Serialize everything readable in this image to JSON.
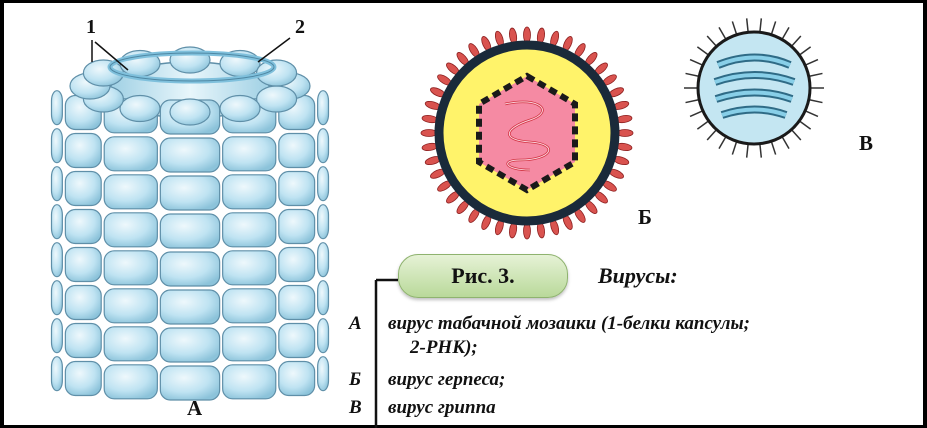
{
  "labels": {
    "callout_1": "1",
    "callout_2": "2",
    "virus_a": "А",
    "virus_b": "Б",
    "virus_v": "В"
  },
  "caption": {
    "figure": "Рис. 3.",
    "title": "Вирусы:"
  },
  "legend": [
    {
      "key": "А",
      "text": "вирус табачной мозаики (1-белки капсулы;"
    },
    {
      "key": "",
      "text": "2-РНК);"
    },
    {
      "key": "Б",
      "text": "вирус герпеса;"
    },
    {
      "key": "В",
      "text": "вирус гриппа"
    }
  ],
  "colors": {
    "capsomer": "#bfe3f2",
    "capsomer_stroke": "#5f8fa8",
    "herpes_envelope": "#fff36a",
    "herpes_capsid": "#f58aa3",
    "herpes_spikes": "#d9534f",
    "flu_body": "#c4e6f2"
  }
}
